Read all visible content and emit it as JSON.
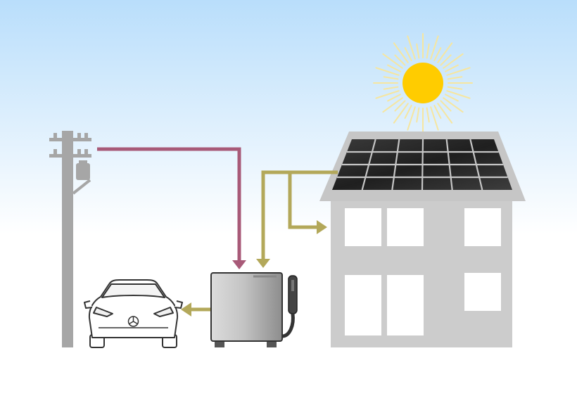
{
  "diagram": {
    "components": [
      {
        "id": "sun",
        "icon": "sun-icon"
      },
      {
        "id": "utility-pole",
        "icon": "utility-pole-icon"
      },
      {
        "id": "solar-panels",
        "icon": "solar-panel-icon"
      },
      {
        "id": "house",
        "icon": "house-icon"
      },
      {
        "id": "v2h-charger",
        "icon": "ev-charger-icon"
      },
      {
        "id": "electric-car",
        "icon": "car-icon"
      }
    ],
    "flows": [
      {
        "from": "utility-pole",
        "to": "v2h-charger",
        "color": "#a85a78"
      },
      {
        "from": "solar-panels",
        "to": "v2h-charger",
        "color": "#b3a85a"
      },
      {
        "from": "solar-panels",
        "to": "house",
        "color": "#b3a85a"
      },
      {
        "from": "v2h-charger",
        "to": "electric-car",
        "color": "#b3a85a"
      }
    ],
    "colors": {
      "sky_top": "#b9defb",
      "sky_bottom": "#ffffff",
      "sun": "#ffcc00",
      "grid_power": "#a85a78",
      "solar_power": "#b3a85a",
      "building": "#cccccc",
      "pole": "#a6a6a6",
      "panel": "#2b2b2b"
    }
  }
}
